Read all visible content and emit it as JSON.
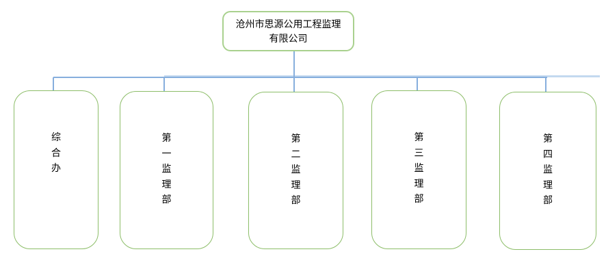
{
  "org_chart": {
    "root": {
      "name": "沧州市思源公用工程监理有限公司",
      "lines": [
        "沧州市思源公用工程监理",
        "有限公司"
      ]
    },
    "departments": [
      {
        "name": "综合办"
      },
      {
        "name": "第一监理部"
      },
      {
        "name": "第二监理部"
      },
      {
        "name": "第三监理部"
      },
      {
        "name": "第四监理部"
      }
    ]
  },
  "colors": {
    "root_border": "#a9d18e",
    "department_border": "#8cbd68",
    "connector_line": "#86aedd",
    "connector_line_light": "#c3d9ef",
    "text": "#000000",
    "background": "#ffffff"
  }
}
